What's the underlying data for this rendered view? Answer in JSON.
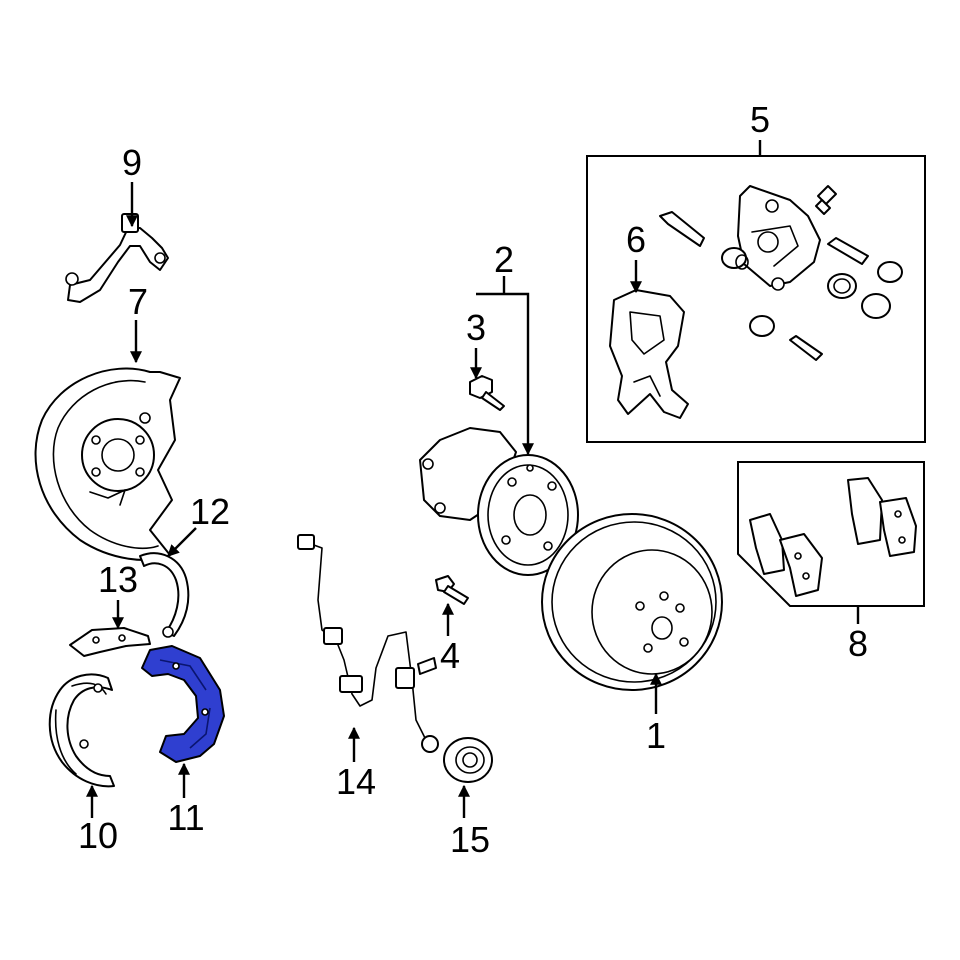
{
  "colors": {
    "line": "#000000",
    "background": "#ffffff",
    "highlight": "#2f3fd0"
  },
  "callouts": {
    "c1": "1",
    "c2": "2",
    "c3": "3",
    "c4": "4",
    "c5": "5",
    "c6": "6",
    "c7": "7",
    "c8": "8",
    "c9": "9",
    "c10": "10",
    "c11": "11",
    "c12": "12",
    "c13": "13",
    "c14": "14",
    "c15": "15"
  },
  "highlighted_part": "11"
}
